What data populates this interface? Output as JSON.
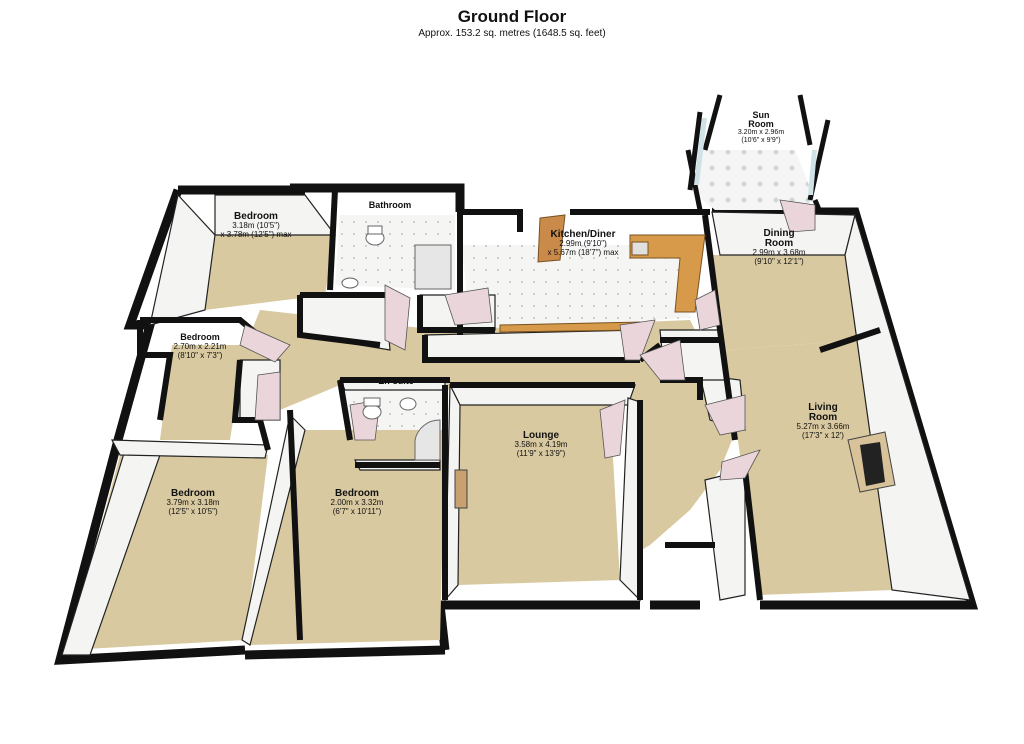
{
  "header": {
    "title": "Ground Floor",
    "subtitle": "Approx. 153.2 sq. metres (1648.5 sq. feet)"
  },
  "colors": {
    "carpet": "#d9c9a0",
    "tile": "#f4f4f2",
    "wall": "#111111",
    "wall_face": "#f2f2f0",
    "kitchen_counter": "#d79a4a",
    "window_glass": "#cfe3e7",
    "door": "#ead6da"
  },
  "rooms": [
    {
      "id": "bedroom-1",
      "name": "Bedroom",
      "dims": [
        "3.18m (10'5\")",
        "x 3.78m (12'5\") max"
      ],
      "floor": "carpet"
    },
    {
      "id": "bathroom",
      "name": "Bathroom",
      "dims": [],
      "floor": "tile"
    },
    {
      "id": "kitchen-diner",
      "name": "Kitchen/Diner",
      "dims": [
        "2.99m (9'10\")",
        "x 5.67m (18'7\") max"
      ],
      "floor": "tile"
    },
    {
      "id": "sun-room",
      "name": "Sun\nRoom",
      "dims": [
        "3.20m x 2.96m",
        "(10'6\" x 9'9\")"
      ],
      "floor": "tile"
    },
    {
      "id": "dining-room",
      "name": "Dining\nRoom",
      "dims": [
        "2.99m x 3.68m",
        "(9'10\" x 12'1\")"
      ],
      "floor": "carpet"
    },
    {
      "id": "bedroom-2",
      "name": "Bedroom",
      "dims": [
        "2.70m x 2.21m",
        "(8'10\" x 7'3\")"
      ],
      "floor": "carpet"
    },
    {
      "id": "en-suite",
      "name": "En-suite",
      "dims": [],
      "floor": "tile"
    },
    {
      "id": "lounge",
      "name": "Lounge",
      "dims": [
        "3.58m x 4.19m",
        "(11'9\" x 13'9\")"
      ],
      "floor": "carpet"
    },
    {
      "id": "living-room",
      "name": "Living\nRoom",
      "dims": [
        "5.27m x 3.66m",
        "(17'3\" x 12')"
      ],
      "floor": "carpet"
    },
    {
      "id": "bedroom-3",
      "name": "Bedroom",
      "dims": [
        "3.79m x 3.18m",
        "(12'5\" x 10'5\")"
      ],
      "floor": "carpet"
    },
    {
      "id": "bedroom-4",
      "name": "Bedroom",
      "dims": [
        "2.00m x 3.32m",
        "(6'7\" x 10'11\")"
      ],
      "floor": "carpet"
    }
  ]
}
